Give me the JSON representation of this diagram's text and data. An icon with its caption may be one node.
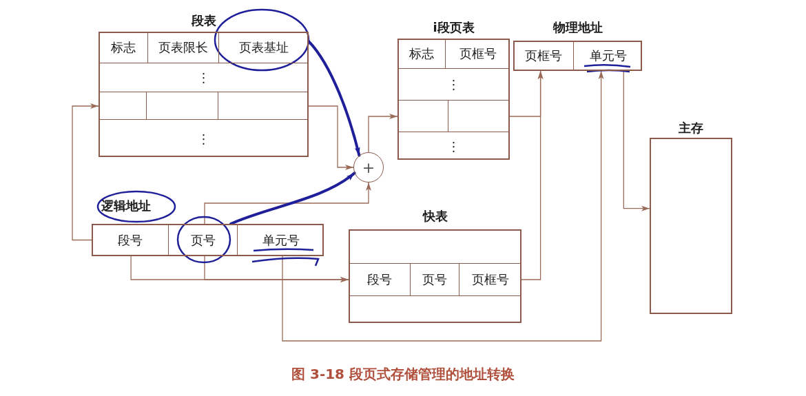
{
  "diagram": {
    "caption": "图 3-18 段页式存储管理的地址转换",
    "nodes": [
      {
        "text": [
          "段表"
        ]
      },
      {
        "text": [
          "标志"
        ],
        "in": 0
      },
      {
        "text": [
          "页表限长"
        ],
        "in": 0
      },
      {
        "text": [
          "页表基址"
        ],
        "in": 0
      },
      {
        "text": [
          "⋮"
        ],
        "in": 0
      },
      {
        "text": [],
        "shape": "box",
        "in": 0
      },
      {
        "text": [
          "⋮"
        ],
        "in": 0
      },
      {
        "text": [
          "+"
        ]
      },
      {
        "text": [
          "i段页表"
        ]
      },
      {
        "text": [
          "标志"
        ],
        "in": 8
      },
      {
        "text": [
          "页框号"
        ],
        "in": 8
      },
      {
        "text": [
          "⋮"
        ],
        "in": 8
      },
      {
        "text": [],
        "shape": "box",
        "in": 8
      },
      {
        "text": [
          "⋮"
        ],
        "in": 8
      },
      {
        "text": [
          "物理地址"
        ]
      },
      {
        "text": [
          "页框号"
        ],
        "in": 14
      },
      {
        "text": [
          "单元号"
        ],
        "in": 14
      },
      {
        "text": [
          "主存"
        ]
      },
      {
        "text": [
          "逻辑地址"
        ]
      },
      {
        "text": [
          "段号"
        ],
        "in": 18
      },
      {
        "text": [
          "页号"
        ],
        "in": 18
      },
      {
        "text": [
          "单元号"
        ],
        "in": 18
      },
      {
        "text": [
          "快表"
        ]
      },
      {
        "text": [
          "段号"
        ],
        "in": 22
      },
      {
        "text": [
          "页号"
        ],
        "in": 22
      },
      {
        "text": [
          "页框号"
        ],
        "in": 22
      }
    ],
    "edges": [
      {
        "from": 19,
        "to": 5,
        "arrow": "to"
      },
      {
        "from": 5,
        "to": 7,
        "arrow": "to"
      },
      {
        "from": 20,
        "to": 7,
        "arrow": "to"
      },
      {
        "from": 7,
        "to": 12,
        "arrow": "to"
      },
      {
        "from": 12,
        "to": 15,
        "arrow": "to"
      },
      {
        "from": 25,
        "to": 15,
        "arrow": "to"
      },
      {
        "from": 19,
        "to": 23,
        "arrow": "to"
      },
      {
        "from": 20,
        "to": 23,
        "arrow": "to"
      },
      {
        "from": 21,
        "to": 16,
        "arrow": "to"
      },
      {
        "from": 16,
        "to": 17,
        "arrow": "to"
      },
      {
        "from": 3,
        "to": 7,
        "arrow": "to",
        "style": "thick",
        "color": "#1f1f9a"
      },
      {
        "from": 20,
        "to": 7,
        "arrow": "to",
        "style": "thick",
        "color": "#1f1f9a"
      }
    ]
  }
}
